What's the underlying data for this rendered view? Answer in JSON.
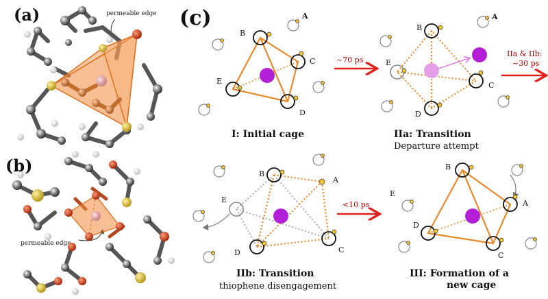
{
  "panels": {
    "a": {
      "letter": "(a)",
      "annotation": "permeable edge"
    },
    "b": {
      "letter": "(b)",
      "annotation": "permeable edge"
    },
    "c": {
      "letter": "(c)"
    }
  },
  "diagrams": {
    "initial": {
      "caption": "I: Initial cage",
      "nodes": {
        "A": "A",
        "B": "B",
        "C": "C",
        "D": "D",
        "E": "E"
      }
    },
    "iia": {
      "caption": "IIa: Transition",
      "subcaption": "Departure attempt",
      "nodes": {
        "A": "A",
        "B": "B",
        "C": "C",
        "D": "D",
        "E": "E"
      }
    },
    "iib": {
      "caption": "IIb: Transition",
      "subcaption": "thiophene disengagement",
      "nodes": {
        "A": "A",
        "B": "B",
        "C": "C",
        "D": "D",
        "E": "E"
      }
    },
    "iii": {
      "caption_line1": "III: Formation of a",
      "caption_line2": "new cage",
      "nodes": {
        "A": "A",
        "B": "B",
        "C": "C",
        "D": "D",
        "E": "E"
      }
    }
  },
  "arrows": {
    "t1": "~70 ps",
    "t2_line1": "IIa & IIb:",
    "t2_line2": "~30 ps",
    "t3": "<10 ps"
  },
  "colors": {
    "cage": "#e8892a",
    "ion": "#b31fd6",
    "ion_faded": "#e59fe8",
    "arrow": "#e0201b",
    "arrow_text": "#b00000",
    "gold": "#f5c431",
    "gray_dash": "#aaaaaa"
  }
}
